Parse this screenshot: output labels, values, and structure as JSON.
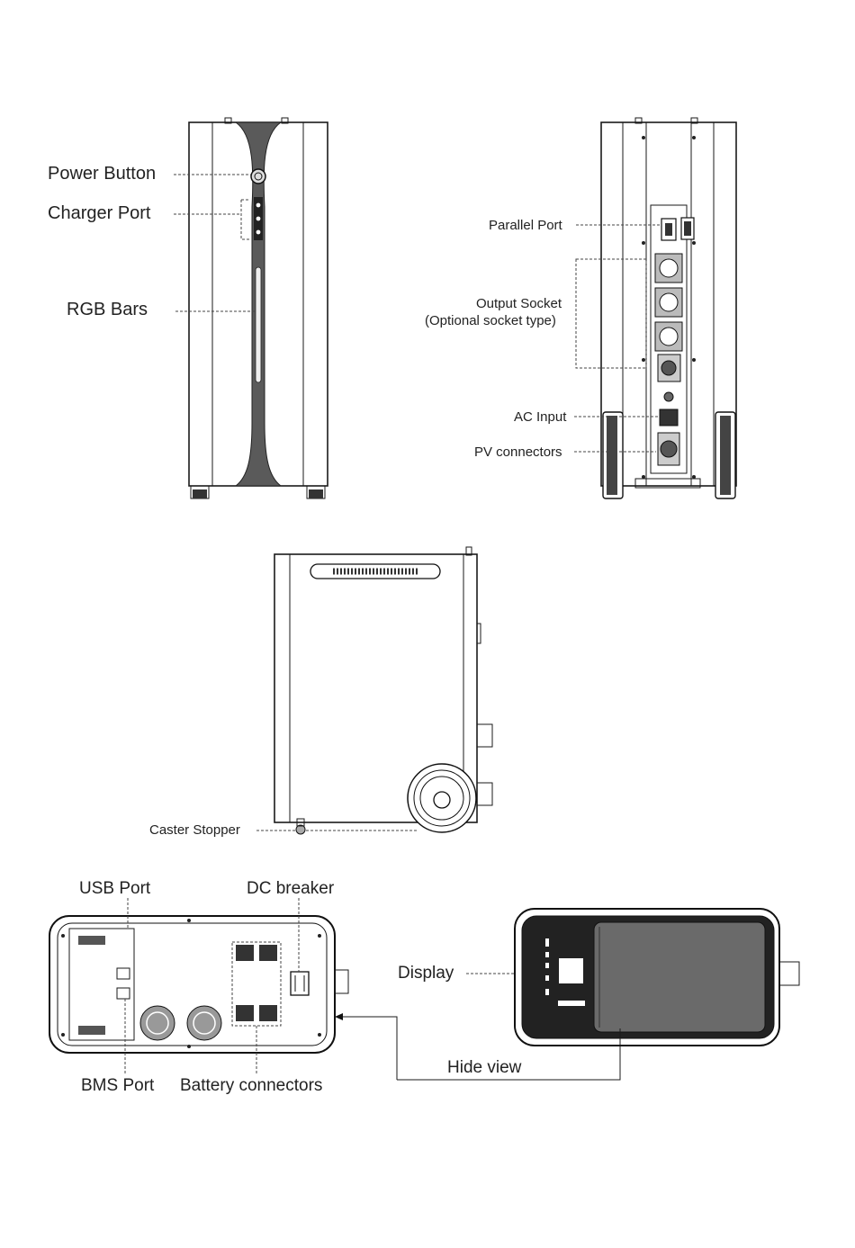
{
  "front_view": {
    "labels": {
      "power_button": "Power Button",
      "charger_port": "Charger Port",
      "rgb_bars": "RGB Bars"
    }
  },
  "back_view": {
    "labels": {
      "parallel_port": "Parallel Port",
      "output_socket": "Output Socket",
      "output_socket_note": "(Optional socket type)",
      "ac_input": "AC Input",
      "pv_connectors": "PV connectors"
    }
  },
  "side_view": {
    "labels": {
      "caster_stopper": "Caster Stopper"
    }
  },
  "top_open_view": {
    "labels": {
      "usb_port": "USB Port",
      "dc_breaker": "DC breaker",
      "bms_port": "BMS Port",
      "battery_connectors": "Battery connectors"
    }
  },
  "top_closed_view": {
    "labels": {
      "display": "Display",
      "hide_view": "Hide view"
    }
  }
}
